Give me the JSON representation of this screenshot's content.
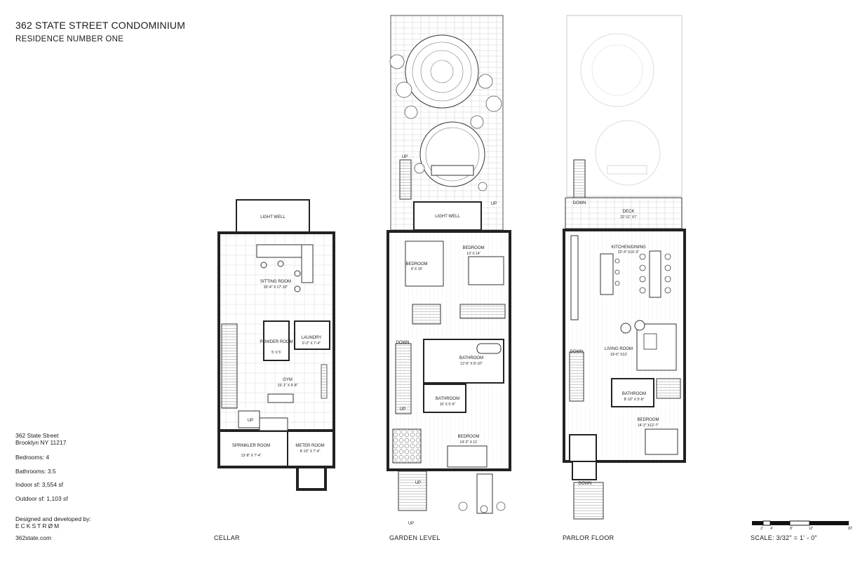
{
  "header": {
    "title": "362 STATE STREET CONDOMINIUM",
    "subtitle": "RESIDENCE NUMBER ONE"
  },
  "info": {
    "address_line1": "362 State Street",
    "address_line2": "Brooklyn NY 11217",
    "bedrooms": "Bedrooms: 4",
    "bathrooms": "Bathrooms: 3.5",
    "indoor": "Indoor sf: 3,554 sf",
    "outdoor": "Outdoor sf: 1,103 sf",
    "designed_by": "Designed and developed by:",
    "developer": "ECKSTRØM",
    "website": "362state.com"
  },
  "floors": {
    "cellar": {
      "label": "CELLAR",
      "light_well": "LIGHT WELL",
      "sitting_room": "SITTING ROOM",
      "sitting_dim": "20'-4\" X 17'-10\"",
      "powder_room": "POWDER ROOM",
      "powder_dim": "5' X 5'",
      "laundry": "LAUNDRY",
      "laundry_dim": "6'-2\" X 7'-4\"",
      "gym": "GYM",
      "gym_dim": "19'-1\" X 9'-8\"",
      "up": "UP",
      "sprinkler_room": "SPRINKLER ROOM",
      "sprinkler_dim": "13'-8\" X 7'-4\"",
      "meter_room": "METER ROOM",
      "meter_dim": "8'-10\" X 7'-4\""
    },
    "garden": {
      "label": "GARDEN LEVEL",
      "up_stair": "UP",
      "up_gate": "UP",
      "light_well": "LIGHT WELL",
      "bedroom_a": "BEDROOM",
      "bedroom_a_dim": "13' X 14'",
      "bedroom_b": "BEDROOM",
      "bedroom_b_dim": "9' X 15'",
      "bathroom_a": "BATHROOM",
      "bathroom_a_dim": "12'-6\" X 8'-10\"",
      "down": "DOWN",
      "bathroom_b": "BATHROOM",
      "bathroom_b_dim": "10' X 5'-6\"",
      "up_lower": "UP",
      "bedroom_c": "BEDROOM",
      "bedroom_c_dim": "14'-2\" X 11'",
      "up_front": "UP",
      "up_street": "UP"
    },
    "parlor": {
      "label": "PARLOR FLOOR",
      "down_deck": "DOWN",
      "deck": "DECK",
      "deck_dim": "22'-11\" X7'",
      "kitchen": "KITCHEN/DINING",
      "kitchen_dim": "22'-4\" X16'-3\"",
      "down_stair": "DOWN",
      "living": "LIVING ROOM",
      "living_dim": "19'-6\" X13'",
      "bathroom": "BATHROOM",
      "bathroom_dim": "8'-10\" X 5'-8\"",
      "bedroom": "BEDROOM",
      "bedroom_dim": "14'-2\" X12'-7\"",
      "down_front": "DOWN"
    }
  },
  "scale": {
    "text": "SCALE: 3/32\" = 1' - 0\"",
    "ticks": [
      "2'",
      "4'",
      "8'",
      "12'",
      "20'"
    ]
  }
}
